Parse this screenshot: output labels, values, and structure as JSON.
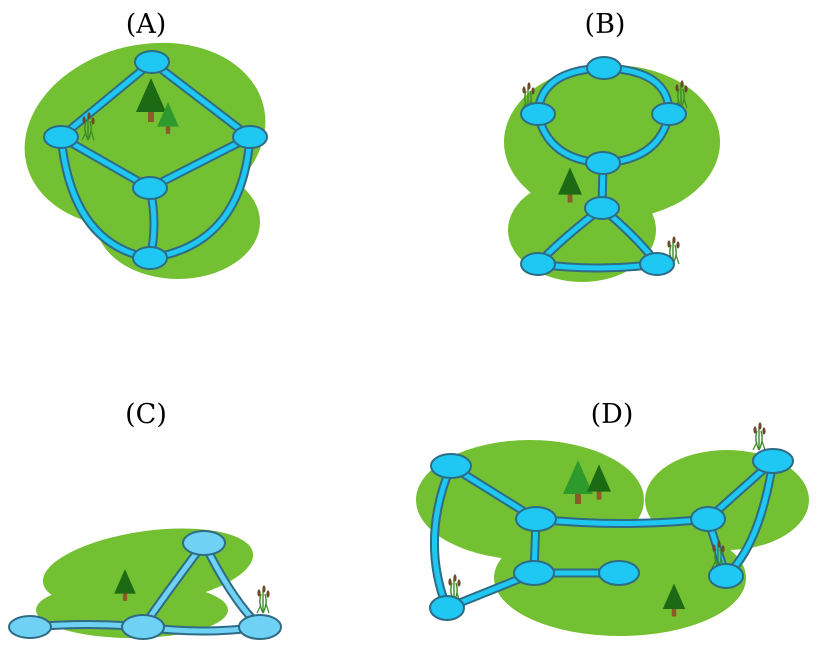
{
  "colors": {
    "island": "#74c033",
    "island_edge": "#68b02c",
    "water": "#1ec8f2",
    "water_light": "#6fd2f5",
    "water_outline": "#2e6b85",
    "tree_dark": "#1c6b14",
    "tree_light": "#2e9a2e",
    "trunk": "#8b5a2b",
    "reed_stem": "#3a8a2a",
    "reed_head": "#6b4a2a"
  },
  "panels": [
    {
      "id": "A",
      "label": "(A)",
      "nodes": [
        "top",
        "left",
        "right",
        "center",
        "bottom"
      ],
      "channels": [
        [
          "top",
          "left"
        ],
        [
          "top",
          "right"
        ],
        [
          "left",
          "center"
        ],
        [
          "right",
          "center"
        ],
        [
          "center",
          "bottom"
        ],
        [
          "left",
          "bottom"
        ],
        [
          "right",
          "bottom"
        ]
      ],
      "trees": 2,
      "reeds": 1
    },
    {
      "id": "B",
      "label": "(B)",
      "nodes": [
        "top",
        "left",
        "right",
        "middle",
        "lower",
        "bottom-left",
        "bottom-right"
      ],
      "channels": [
        [
          "top",
          "left"
        ],
        [
          "top",
          "right"
        ],
        [
          "left",
          "middle"
        ],
        [
          "right",
          "middle"
        ],
        [
          "middle",
          "lower"
        ],
        [
          "lower",
          "bottom-left"
        ],
        [
          "lower",
          "bottom-right"
        ],
        [
          "bottom-left",
          "bottom-right"
        ]
      ],
      "trees": 1,
      "reeds": 3
    },
    {
      "id": "C",
      "label": "(C)",
      "nodes": [
        "top",
        "left",
        "center",
        "right"
      ],
      "channels": [
        [
          "top",
          "center"
        ],
        [
          "top",
          "right"
        ],
        [
          "left",
          "center"
        ],
        [
          "center",
          "right"
        ]
      ],
      "trees": 1,
      "reeds": 1
    },
    {
      "id": "D",
      "label": "(D)",
      "nodes": [
        "top-left",
        "upper-center",
        "upper-right",
        "top-right",
        "mid-right",
        "lower-center",
        "lower-right-end",
        "bottom-left"
      ],
      "channels": [
        [
          "top-left",
          "upper-center"
        ],
        [
          "top-left",
          "bottom-left"
        ],
        [
          "upper-center",
          "upper-right"
        ],
        [
          "upper-right",
          "top-right"
        ],
        [
          "upper-right",
          "mid-right"
        ],
        [
          "top-right",
          "mid-right"
        ],
        [
          "upper-center",
          "lower-center"
        ],
        [
          "lower-center",
          "lower-right-end"
        ],
        [
          "lower-center",
          "bottom-left"
        ]
      ],
      "trees": 3,
      "reeds": 3
    }
  ]
}
